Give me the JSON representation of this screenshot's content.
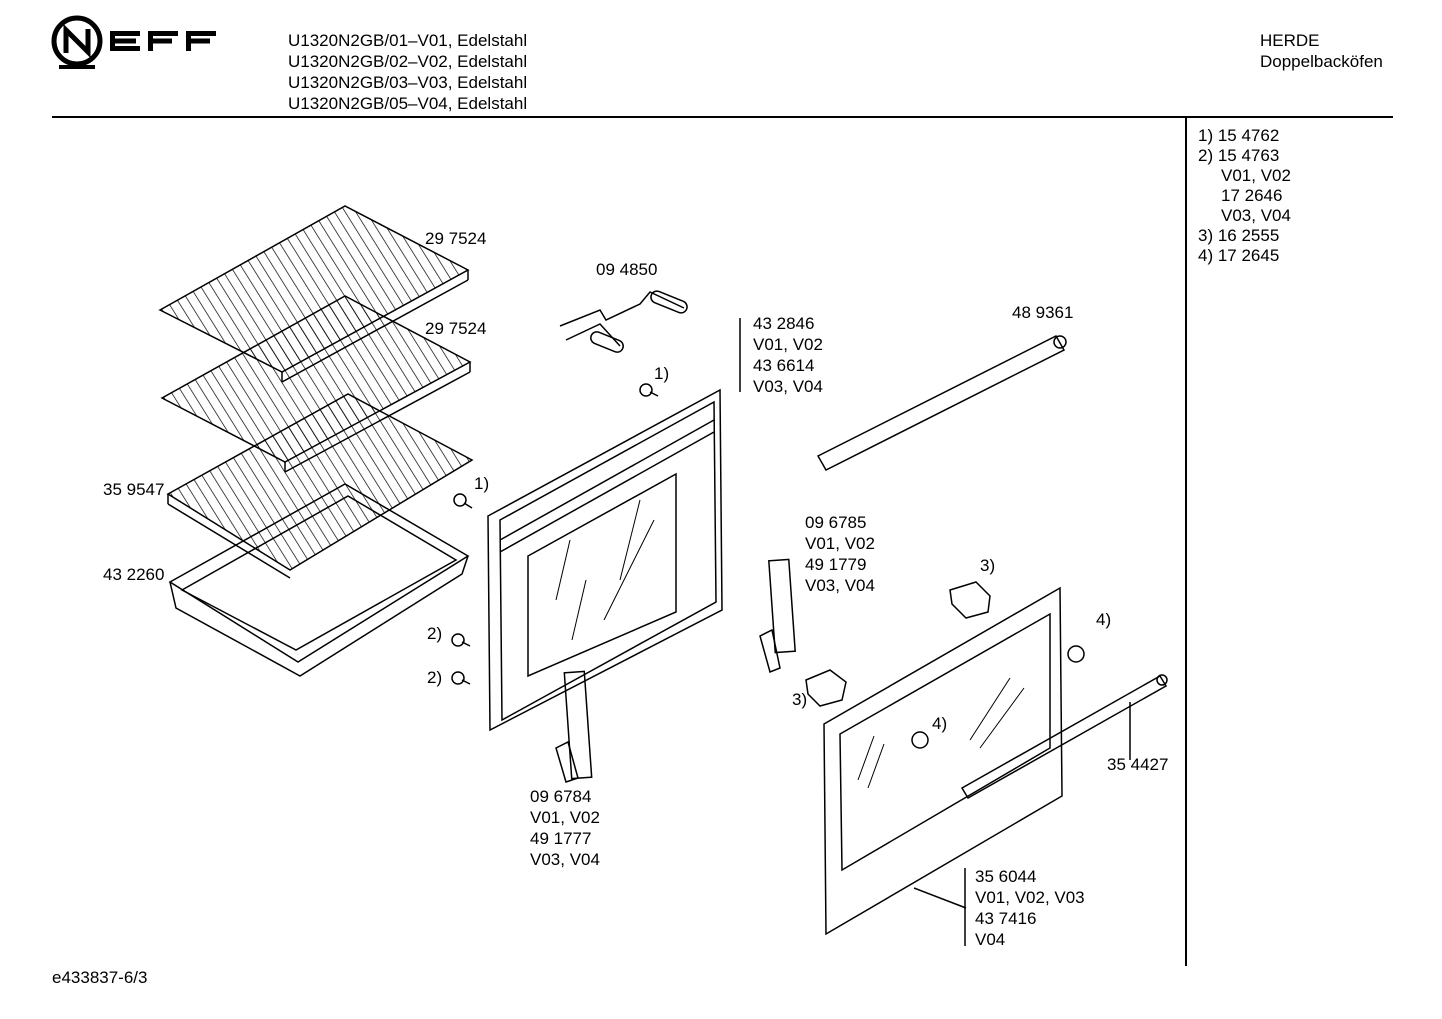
{
  "brand": "NEFF",
  "models": [
    "U1320N2GB/01–V01, Edelstahl",
    "U1320N2GB/02–V02, Edelstahl",
    "U1320N2GB/03–V03, Edelstahl",
    "U1320N2GB/05–V04, Edelstahl"
  ],
  "category": [
    "HERDE",
    "Doppelbacköfen"
  ],
  "notes": [
    "1) 15 4762",
    "2) 15 4763",
    "V01, V02",
    "17 2646",
    "V03, V04",
    "3) 16 2555",
    "4) 17 2645"
  ],
  "parts": {
    "rack_top": "29 7524",
    "rack_mid": "29 7524",
    "rack_low": "35 9547",
    "tray": "43 2260",
    "handle_clip": "09 4850",
    "inner_door": [
      "43 2846",
      "V01, V02",
      "43 6614",
      "V03, V04"
    ],
    "seal_rod": "48 9361",
    "hinge_right": [
      "09 6785",
      "V01, V02",
      "49 1779",
      "V03, V04"
    ],
    "hinge_left": [
      "09 6784",
      "V01, V02",
      "49 1777",
      "V03, V04"
    ],
    "door_handle": "35 4427",
    "outer_door": [
      "35 6044",
      "V01, V02, V03",
      "43 7416",
      "V04"
    ]
  },
  "callouts": {
    "c1a": "1)",
    "c1b": "1)",
    "c2a": "2)",
    "c2b": "2)",
    "c3a": "3)",
    "c3b": "3)",
    "c4a": "4)",
    "c4b": "4)"
  },
  "footer": "e433837-6/3"
}
